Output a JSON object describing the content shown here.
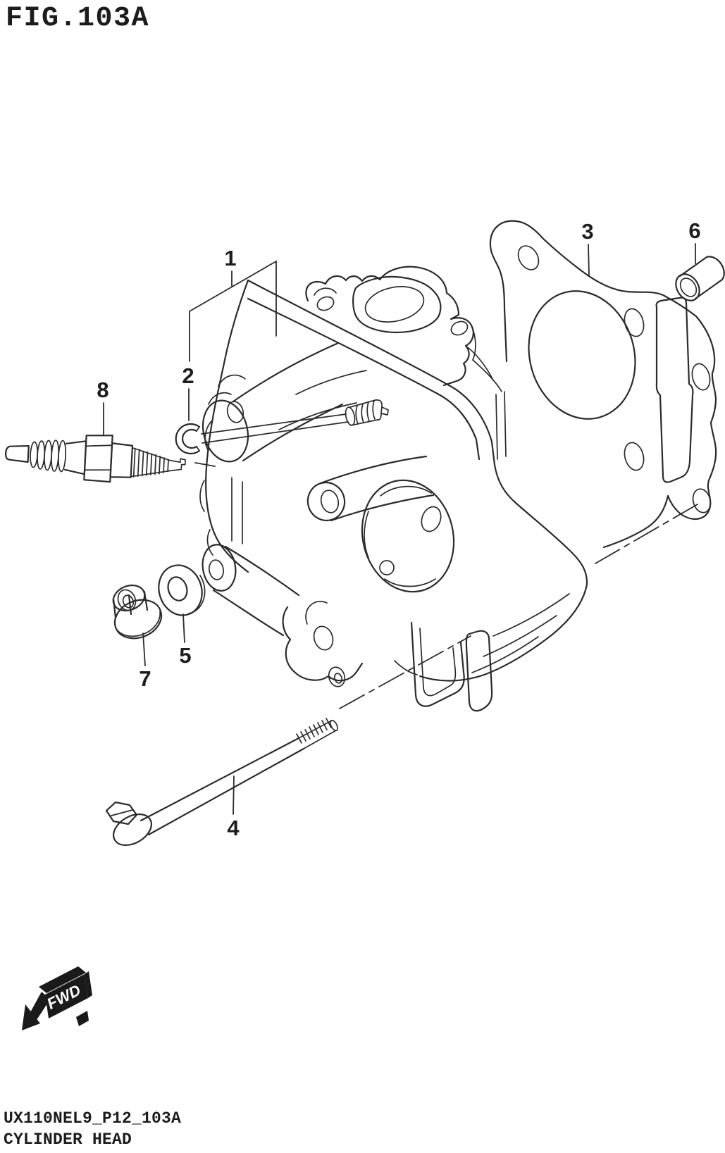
{
  "figure": {
    "title": "FIG.103A",
    "footer_code": "UX110NEL9_P12_103A",
    "footer_caption": "CYLINDER HEAD"
  },
  "orientation": {
    "label": "FWD"
  },
  "colors": {
    "line": "#2b2b2b",
    "text": "#1c1c1c",
    "background": "#ffffff",
    "fwd_marker_fill": "#1a1a1a"
  },
  "callouts": [
    {
      "number": "1",
      "part": "cylinder-head-assembly"
    },
    {
      "number": "2",
      "part": "valve-stem-seal-clip"
    },
    {
      "number": "3",
      "part": "cylinder-head-gasket"
    },
    {
      "number": "4",
      "part": "long-flange-bolt"
    },
    {
      "number": "5",
      "part": "washer"
    },
    {
      "number": "6",
      "part": "dowel-pin"
    },
    {
      "number": "7",
      "part": "flange-nut"
    },
    {
      "number": "8",
      "part": "spark-plug"
    }
  ]
}
